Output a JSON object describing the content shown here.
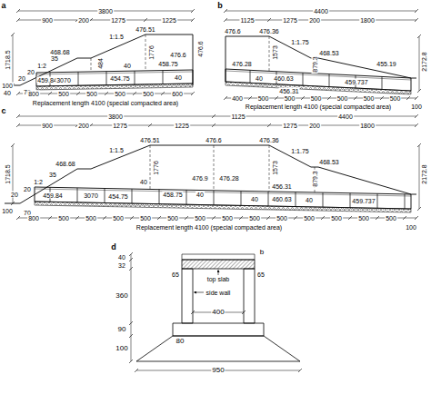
{
  "diagram": {
    "labels": [
      "a",
      "3800",
      "900",
      "200",
      "1275",
      "1225",
      "476.51",
      "476.6",
      "1:1.5",
      "1718.5",
      "468.68",
      "1776",
      "484",
      "35",
      "1:2",
      "20",
      "20",
      "70",
      "459.84",
      "3070",
      "454.75",
      "458.75",
      "476.6",
      "40",
      "40",
      "100",
      "40",
      "800",
      "500",
      "500",
      "500",
      "500",
      "600",
      "Replacement length 4100 (special compacted area)",
      "b",
      "4400",
      "1125",
      "1275",
      "200",
      "1800",
      "476.6",
      "476.36",
      "1573",
      "1:1.75",
      "468.53",
      "879.3",
      "2172.8",
      "476.28",
      "40",
      "460.63",
      "456.31",
      "459.737",
      "455.19",
      "400",
      "500",
      "500",
      "500",
      "500",
      "500",
      "500",
      "Replacement length 4100 (special compacted area)",
      "100",
      "c",
      "3800",
      "1125",
      "4400",
      "900",
      "200",
      "1275",
      "1225",
      "1275",
      "200",
      "1800",
      "476.51",
      "476.6",
      "476.36",
      "1718.5",
      "1:1.5",
      "468.68",
      "1776",
      "476.9",
      "476.28",
      "1573",
      "1:1.75",
      "468.53",
      "879.3",
      "2172.8",
      "35",
      "1:2",
      "20",
      "20",
      "70",
      "459.84",
      "3070",
      "454.75",
      "40",
      "458.75",
      "40",
      "40",
      "460.63",
      "40",
      "456.31",
      "459.737",
      "100",
      "800",
      "500",
      "500",
      "500",
      "500",
      "500",
      "500",
      "500",
      "500",
      "500",
      "500",
      "500",
      "500",
      "500",
      "Replacement length 4100 (special compacted area)",
      "100",
      "d",
      "40",
      "32",
      "360",
      "90",
      "100",
      "b",
      "65",
      "65",
      "top slab",
      "side wall",
      "400",
      "80",
      "950"
    ]
  }
}
